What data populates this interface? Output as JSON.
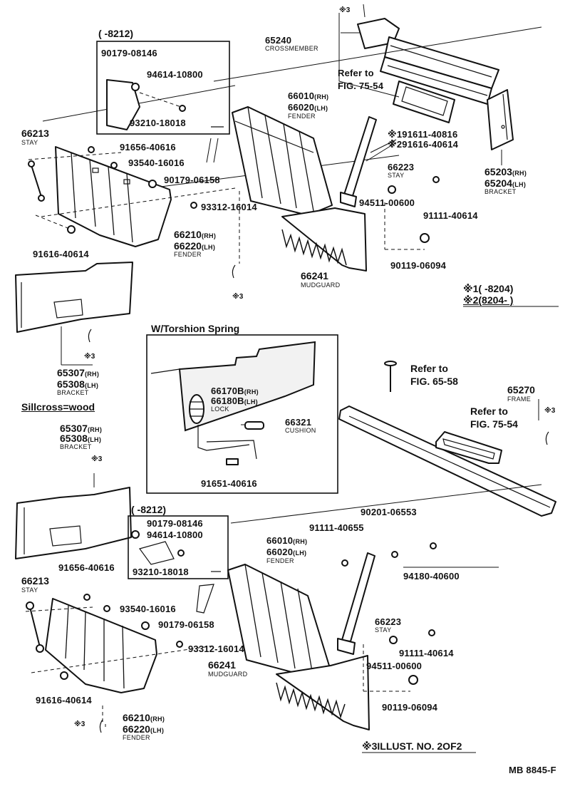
{
  "drawing_id": "MB 8845-F",
  "notes": {
    "note1": "※1(     -8204)",
    "note2": "※2(8204-     )",
    "note3": "※3ILLUST. NO. 2OF2",
    "torsion_box_title": "W/Torshion Spring",
    "sillcross": "Sillcross=wood",
    "date_range_top": "(     -8212)",
    "date_range_bottom": "(     -8212)",
    "ast3": "※3"
  },
  "parts": {
    "p65240": "65240",
    "p65240_name": "CROSSMEMBER",
    "ref_fig_75_54_label": "Refer to",
    "ref_fig_75_54": "FIG. 75-54",
    "p65203": "65203",
    "p65204": "65204",
    "p65203_204_name": "BRACKET",
    "p66010": "66010",
    "p66020": "66020",
    "fender_name": "FENDER",
    "p191611": "※191611-40816",
    "p291616": "※291616-40614",
    "p66223": "66223",
    "stay_name": "STAY",
    "p94511": "94511-00600",
    "p91111_614": "91111-40614",
    "p90119": "90119-06094",
    "p66241": "66241",
    "mudguard_name": "MUDGUARD",
    "p66213": "66213",
    "p91656": "91656-40616",
    "p93540": "93540-16016",
    "p90179_06158": "90179-06158",
    "p93312": "93312-16014",
    "p66210": "66210",
    "p66220": "66220",
    "p91616": "91616-40614",
    "p90179_08146": "90179-08146",
    "p94614": "94614-10800",
    "p93210": "93210-18018",
    "p65307": "65307",
    "p65308": "65308",
    "bracket_name": "BRACKET",
    "p66170B": "66170B",
    "p66180B": "66180B",
    "lock_name": "LOCK",
    "p66321": "66321",
    "cushion_name": "CUSHION",
    "p91651": "91651-40616",
    "ref_fig_65_58": "FIG. 65-58",
    "p65270": "65270",
    "frame_name": "FRAME",
    "p90201": "90201-06553",
    "p91111_655": "91111-40655",
    "p94180": "94180-40600",
    "rh": "(RH)",
    "lh": "(LH)"
  },
  "colors": {
    "line": "#111111",
    "paper": "#ffffff",
    "shade": "#f2f2f2"
  }
}
